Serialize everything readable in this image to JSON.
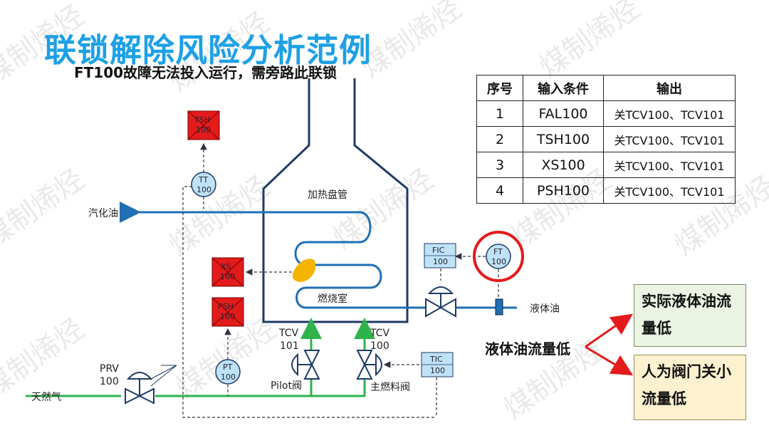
{
  "title": "联锁解除风险分析范例",
  "subtitle": "FT100故障无法投入运行，需旁路此联锁",
  "watermark": "煤制烯烃",
  "table": {
    "headers": [
      "序号",
      "输入条件",
      "输出"
    ],
    "rows": [
      [
        "1",
        "FAL100",
        "关TCV100、TCV101"
      ],
      [
        "2",
        "TSH100",
        "关TCV100、TCV101"
      ],
      [
        "3",
        "XS100",
        "关TCV100、TCV101"
      ],
      [
        "4",
        "PSH100",
        "关TCV100、TCV101"
      ]
    ]
  },
  "diagram": {
    "furnace_coil": "加热盘管",
    "furnace_chamber": "燃烧室",
    "vaporized_oil": "汽化油",
    "liquid_oil": "液体油",
    "natural_gas": "天然气",
    "prv": [
      "PRV",
      "100"
    ],
    "tcv101": [
      "TCV",
      "101"
    ],
    "tcv100": [
      "TCV",
      "100"
    ],
    "pilot_valve": "Pilot阀",
    "main_fuel_valve": "主燃料阀",
    "instruments": {
      "tsh": [
        "TSH",
        "100"
      ],
      "tt": [
        "TT",
        "100"
      ],
      "xs": [
        "XS",
        "100"
      ],
      "psh": [
        "PSH",
        "100"
      ],
      "pt": [
        "PT",
        "100"
      ],
      "fic": [
        "FIC",
        "100"
      ],
      "ft": [
        "FT",
        "100"
      ],
      "tic": [
        "TIC",
        "100"
      ]
    }
  },
  "analysis": {
    "cause": "液体油流量低",
    "branch1": "实际液体油流量低",
    "branch2": "人为阀门关小流量低"
  },
  "colors": {
    "title": "#1da0e6",
    "process_line": "#1f6fb4",
    "gas_line": "#2db34a",
    "alarm_box": "#e31b1b",
    "highlight_ring": "#e31b1b",
    "arrow": "#e31b1b"
  }
}
